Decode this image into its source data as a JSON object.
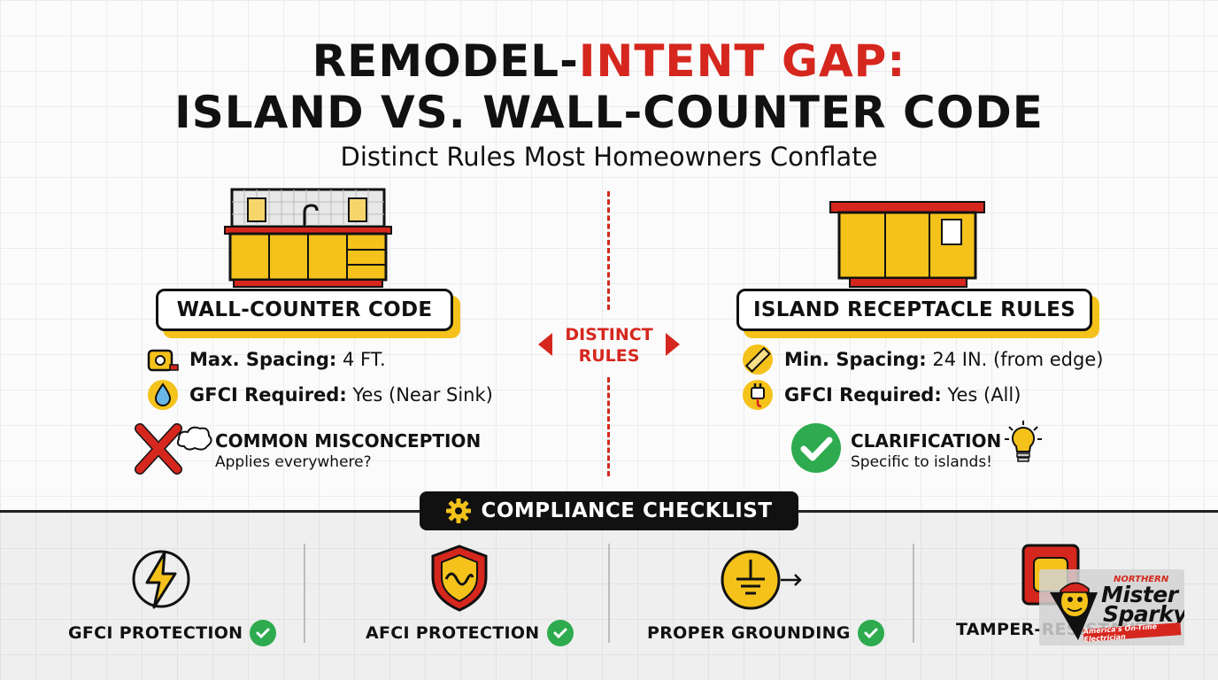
{
  "header": {
    "title_black": "REMODEL-",
    "title_red": "INTENT GAP:",
    "title_line2": "ISLAND VS. WALL-COUNTER CODE",
    "subtitle": "Distinct Rules Most Homeowners Conflate"
  },
  "divider": {
    "label_line1": "DISTINCT",
    "label_line2": "RULES"
  },
  "wall": {
    "heading": "WALL-COUNTER CODE",
    "spacing_label": "Max. Spacing:",
    "spacing_value": " 4 FT.",
    "gfci_label": "GFCI Required:",
    "gfci_value": " Yes (Near Sink)",
    "note_title": "COMMON MISCONCEPTION",
    "note_text": "Applies everywhere?"
  },
  "island": {
    "heading": "ISLAND RECEPTACLE RULES",
    "spacing_label": "Min. Spacing:",
    "spacing_value": " 24 IN. (from edge)",
    "gfci_label": "GFCI Required:",
    "gfci_value": " Yes (All)",
    "note_title": "CLARIFICATION",
    "note_text": "Specific to islands!"
  },
  "checklist": {
    "title": "COMPLIANCE CHECKLIST",
    "items": [
      {
        "label": "GFCI PROTECTION",
        "icon": "lightning-icon"
      },
      {
        "label": "AFCI PROTECTION",
        "icon": "shield-wave-icon"
      },
      {
        "label": "PROPER GROUNDING",
        "icon": "ground-icon"
      },
      {
        "label": "TAMPER-RESISTANT",
        "icon": "outlet-icon"
      }
    ]
  },
  "logo": {
    "line1": "NORTHERN",
    "line2": "Mister",
    "line3": "Sparky",
    "tagline": "America's On-Time Electrician"
  },
  "colors": {
    "accent_red": "#d5271e",
    "accent_yellow": "#f4c21a",
    "check_green": "#2eab4f"
  }
}
